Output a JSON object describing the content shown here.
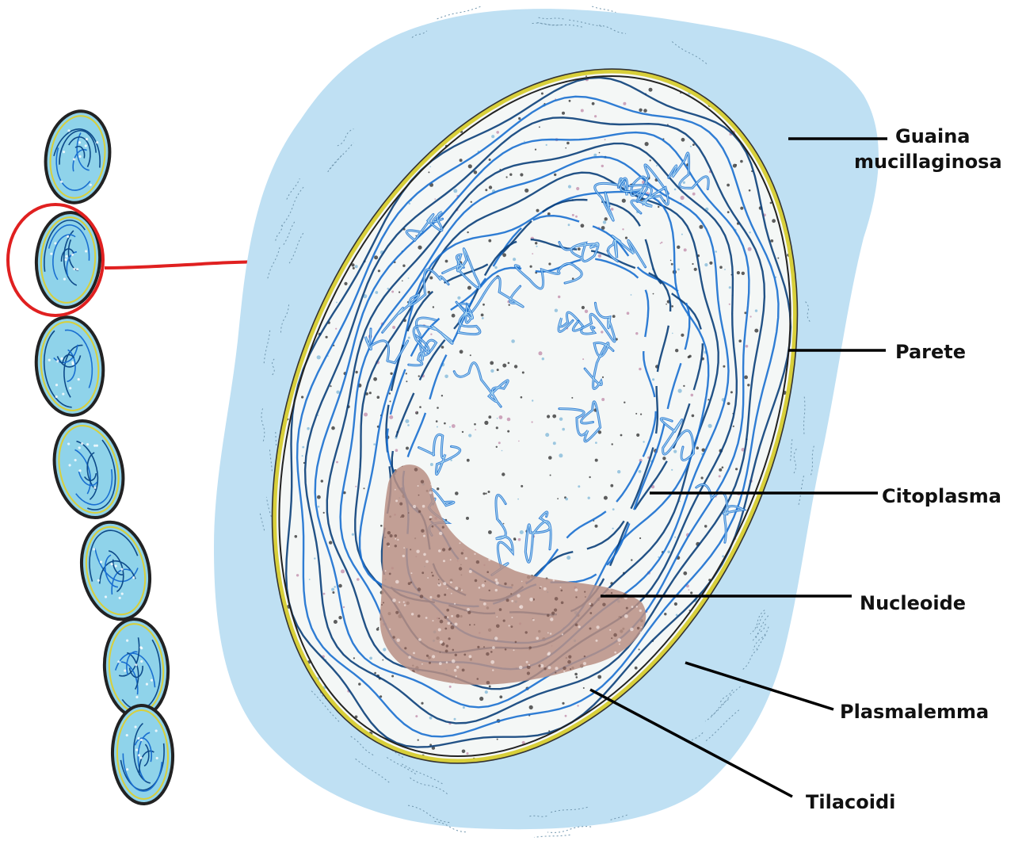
{
  "colors": {
    "sheath": "#bfe0f3",
    "wall": "#d8cf3a",
    "thylakoid": "#1a6fd0",
    "nucleoid": "#b88f84",
    "highlight": "#e02020",
    "ink": "#111111"
  },
  "labels": {
    "guaina_line1": "Guaina",
    "guaina_line2": "mucillaginosa",
    "parete": "Parete",
    "citoplasma": "Citoplasma",
    "nucleoide": "Nucleoide",
    "plasmalemma": "Plasmalemma",
    "tilacoidi": "Tilacoidi"
  }
}
